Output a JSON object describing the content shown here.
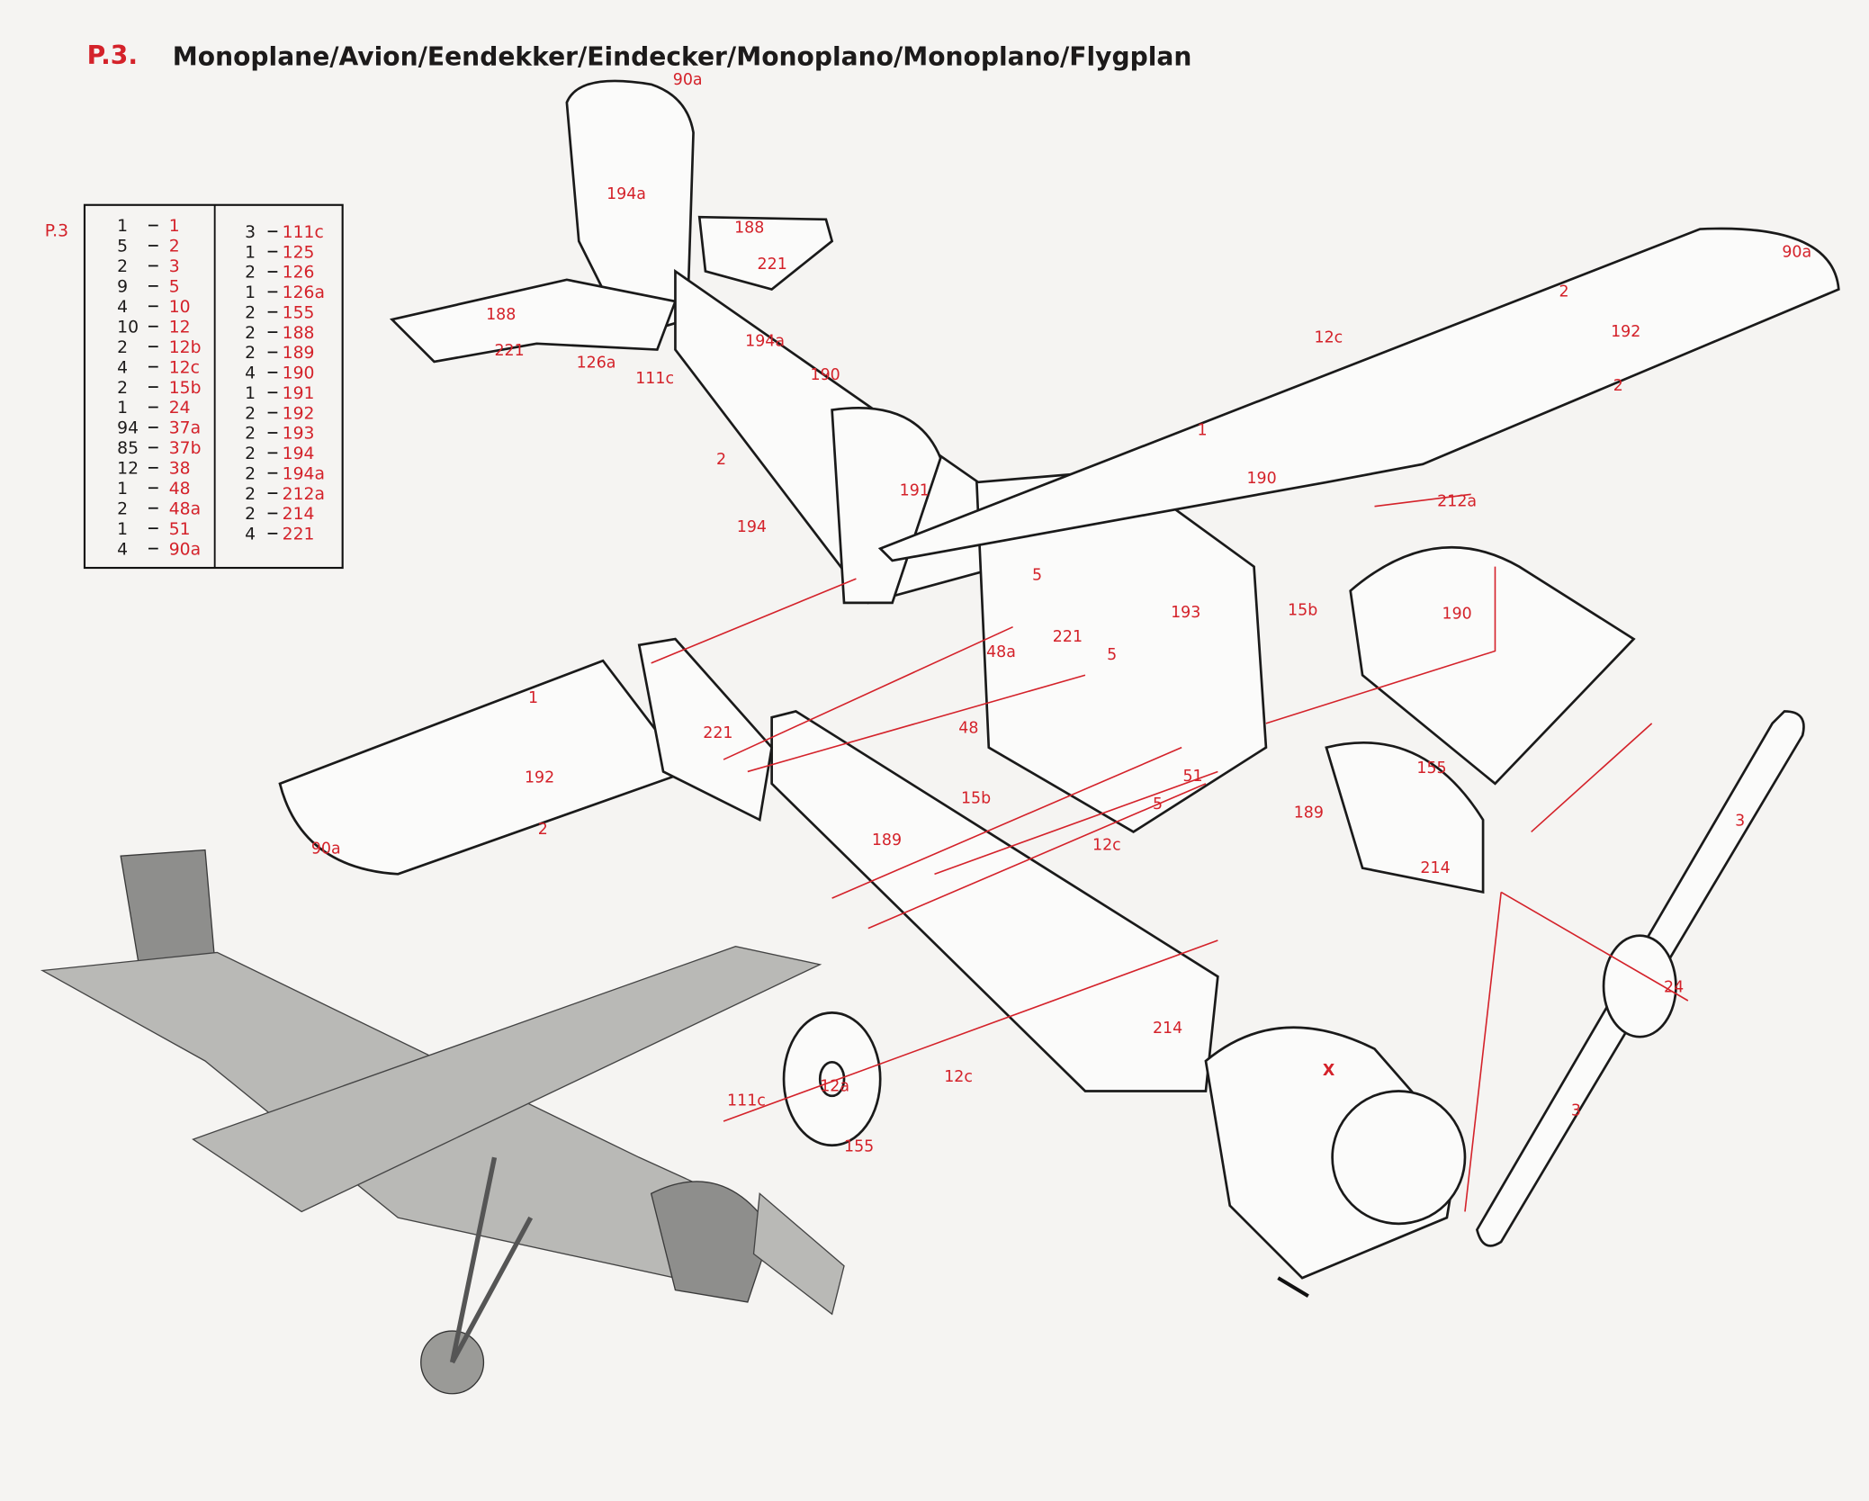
{
  "header": {
    "page_number": "P.3.",
    "title": "Monoplane/Avion/Eendekker/Eindecker/Monoplano/Monoplano/Flygplan"
  },
  "parts_list": {
    "label": "P.3",
    "left_column": [
      {
        "qty": "1",
        "part": "1"
      },
      {
        "qty": "5",
        "part": "2"
      },
      {
        "qty": "2",
        "part": "3"
      },
      {
        "qty": "9",
        "part": "5"
      },
      {
        "qty": "4",
        "part": "10"
      },
      {
        "qty": "10",
        "part": "12"
      },
      {
        "qty": "2",
        "part": "12b"
      },
      {
        "qty": "4",
        "part": "12c"
      },
      {
        "qty": "2",
        "part": "15b"
      },
      {
        "qty": "1",
        "part": "24"
      },
      {
        "qty": "94",
        "part": "37a"
      },
      {
        "qty": "85",
        "part": "37b"
      },
      {
        "qty": "12",
        "part": "38"
      },
      {
        "qty": "1",
        "part": "48"
      },
      {
        "qty": "2",
        "part": "48a"
      },
      {
        "qty": "1",
        "part": "51"
      },
      {
        "qty": "4",
        "part": "90a"
      }
    ],
    "right_column": [
      {
        "qty": "3",
        "part": "111c"
      },
      {
        "qty": "1",
        "part": "125"
      },
      {
        "qty": "2",
        "part": "126"
      },
      {
        "qty": "1",
        "part": "126a"
      },
      {
        "qty": "2",
        "part": "155"
      },
      {
        "qty": "2",
        "part": "188"
      },
      {
        "qty": "2",
        "part": "189"
      },
      {
        "qty": "4",
        "part": "190"
      },
      {
        "qty": "1",
        "part": "191"
      },
      {
        "qty": "2",
        "part": "192"
      },
      {
        "qty": "2",
        "part": "193"
      },
      {
        "qty": "2",
        "part": "194"
      },
      {
        "qty": "2",
        "part": "194a"
      },
      {
        "qty": "2",
        "part": "212a"
      },
      {
        "qty": "2",
        "part": "214"
      },
      {
        "qty": "4",
        "part": "221"
      }
    ]
  },
  "callouts": [
    "90a",
    "194a",
    "188",
    "221",
    "188",
    "221",
    "126a",
    "111c",
    "194a",
    "190",
    "90a",
    "2",
    "192",
    "12c",
    "2",
    "1",
    "2",
    "191",
    "194",
    "190",
    "212a",
    "5",
    "193",
    "15b",
    "190",
    "221",
    "48a",
    "5",
    "1",
    "221",
    "48",
    "192",
    "15b",
    "51",
    "155",
    "5",
    "189",
    "2",
    "189",
    "12c",
    "90a",
    "214",
    "3",
    "24",
    "214",
    "12c",
    "X",
    "111c",
    "12a",
    "155",
    "3"
  ],
  "colors": {
    "accent_red": "#d4222a",
    "ink": "#1c1a1a",
    "paper": "#f5f4f2"
  }
}
